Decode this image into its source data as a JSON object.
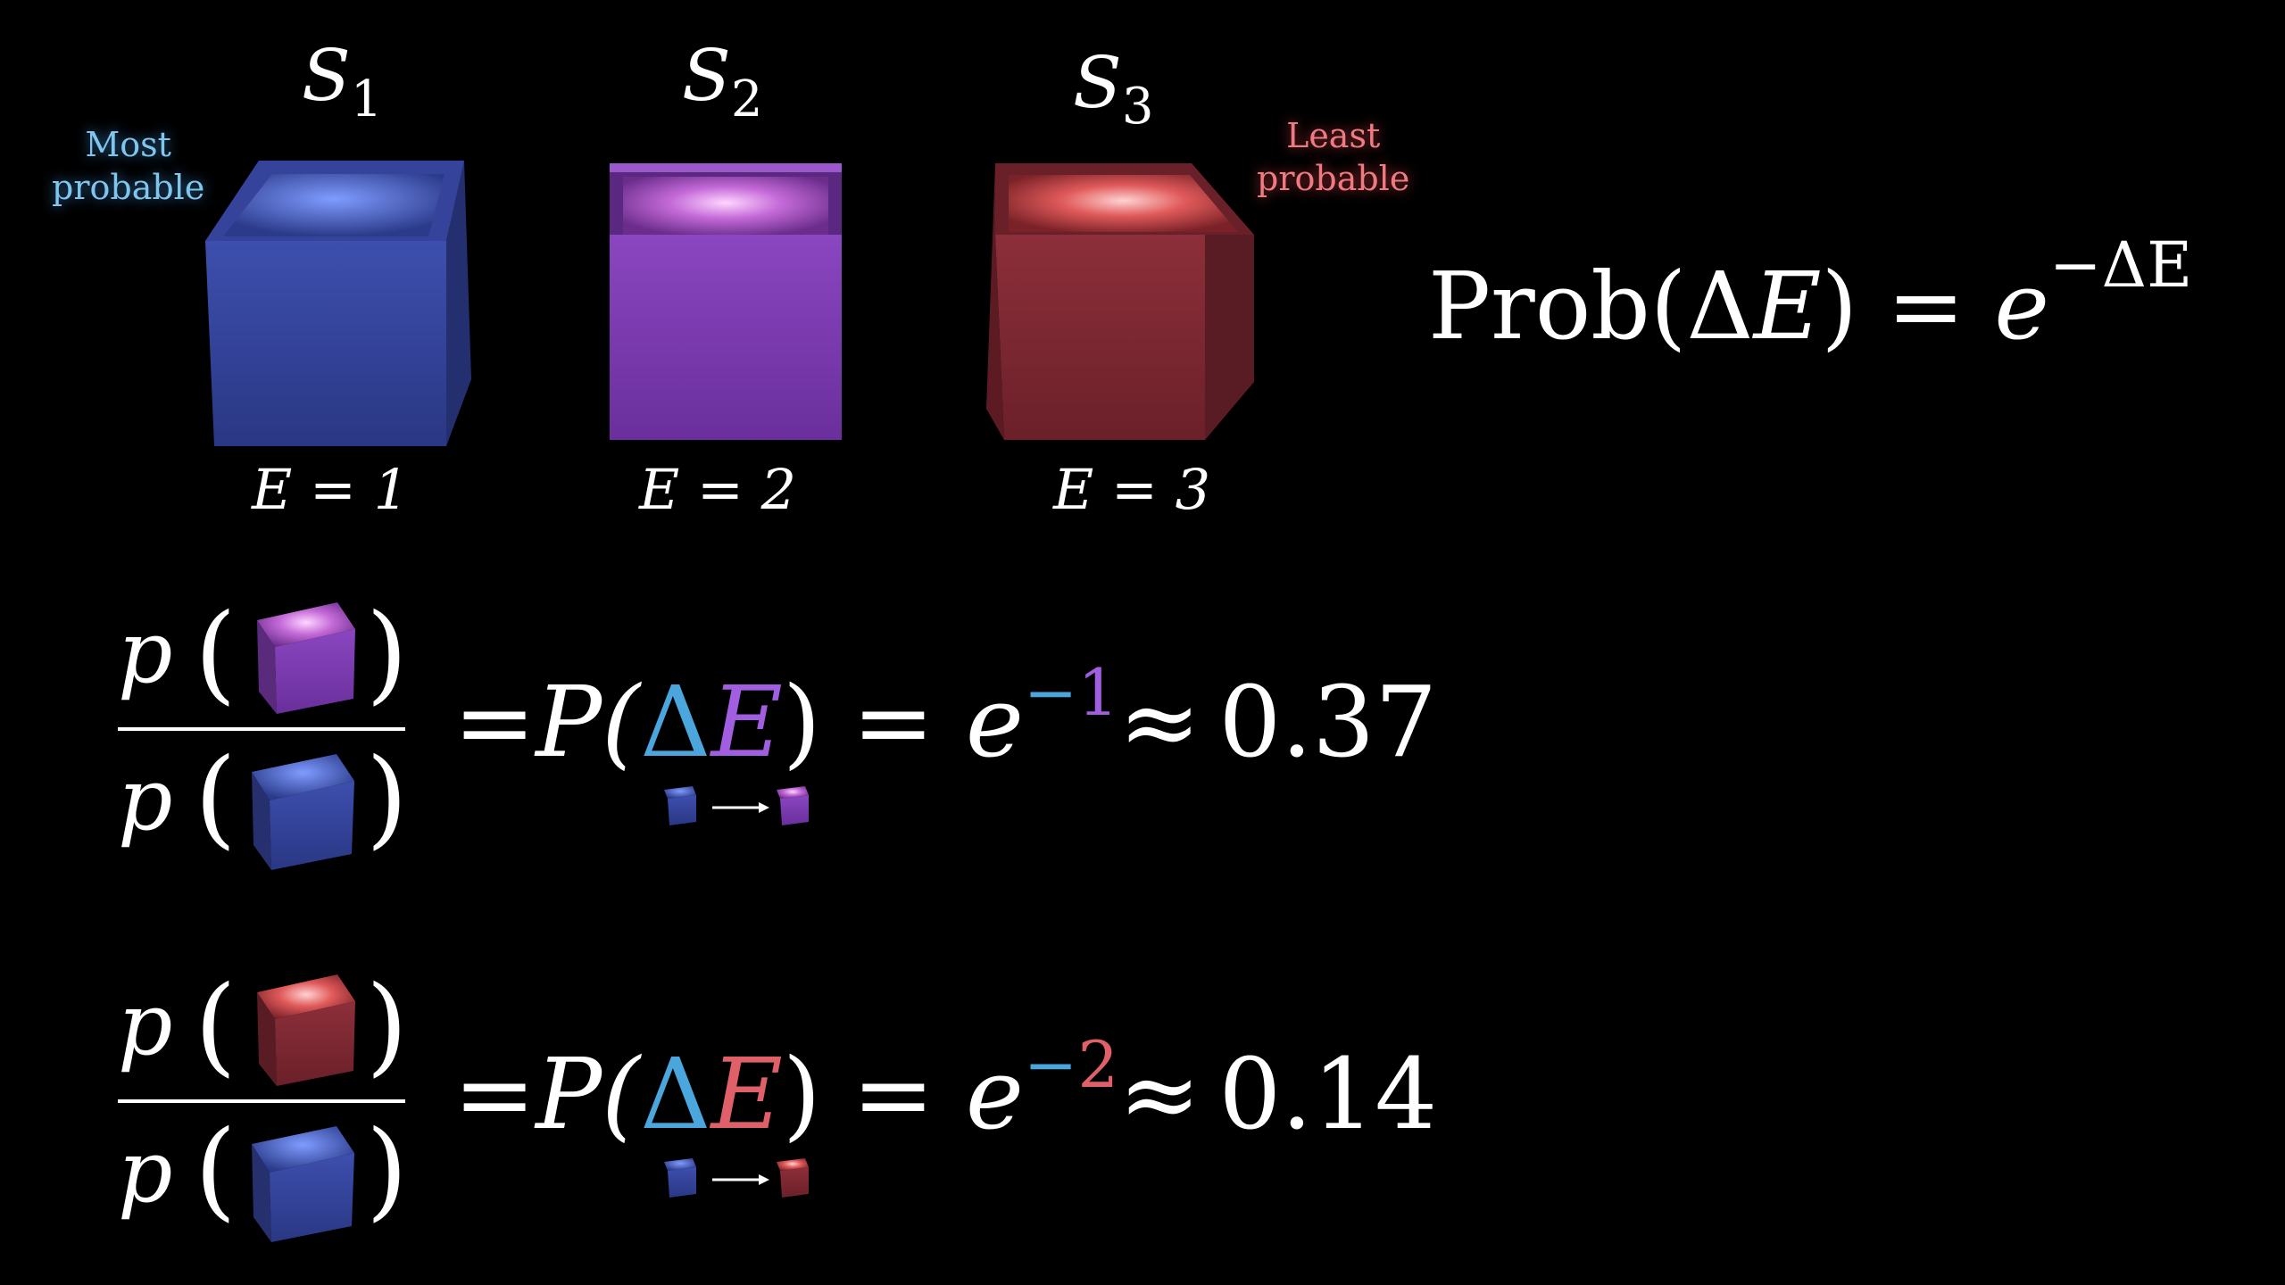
{
  "states": [
    {
      "symbol": "S",
      "index": "1",
      "energy_label": "E = 1",
      "color": "#3b4fb5"
    },
    {
      "symbol": "S",
      "index": "2",
      "energy_label": "E = 2",
      "color": "#7a3fb0"
    },
    {
      "symbol": "S",
      "index": "3",
      "energy_label": "E = 3",
      "color": "#8a2a35"
    }
  ],
  "notes": {
    "most_line1": "Most",
    "most_line2": "probable",
    "least_line1": "Least",
    "least_line2": "probable"
  },
  "formula": {
    "prob": "Prob(",
    "delta": "Δ",
    "E": "E",
    "close": ")",
    "equals": " = ",
    "e": "e",
    "exponent": "−ΔE"
  },
  "rows": [
    {
      "p_top": "p",
      "p_bottom": "p",
      "equals": "=",
      "P": "P(",
      "delta": "Δ",
      "E": "E",
      "close": ")",
      "eq2": " = ",
      "e": "e",
      "exponent_sign": "−",
      "exponent_value": "1",
      "approx": "≈",
      "value": "0.37",
      "accent_color": "#a15ee0"
    },
    {
      "p_top": "p",
      "p_bottom": "p",
      "equals": "=",
      "P": "P(",
      "delta": "Δ",
      "E": "E",
      "close": ")",
      "eq2": " = ",
      "e": "e",
      "exponent_sign": "−",
      "exponent_value": "2",
      "approx": "≈",
      "value": "0.14",
      "accent_color": "#e0606a"
    }
  ],
  "icons": {
    "box_blue": "blue-box-icon",
    "box_purple": "purple-box-icon",
    "box_red": "red-box-icon",
    "arrow": "right-arrow-icon"
  }
}
